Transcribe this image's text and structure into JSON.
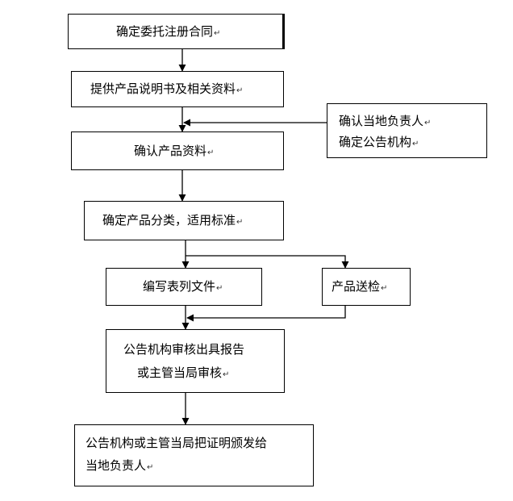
{
  "flow": {
    "step1": "确定委托注册合同",
    "step2": "提供产品说明书及相关资料",
    "step3": "确认产品资料",
    "step4": "确定产品分类，适用标准",
    "step5a": "编写表列文件",
    "step5b": "产品送检",
    "step6_line1": "公告机构审核出具报告",
    "step6_line2": "或主管当局审核",
    "step7_line1": "公告机构或主管当局把证明颁发给",
    "step7_line2": "当地负责人",
    "side_line1": "确认当地负责人",
    "side_line2": "确定公告机构",
    "return_mark": "↵"
  }
}
